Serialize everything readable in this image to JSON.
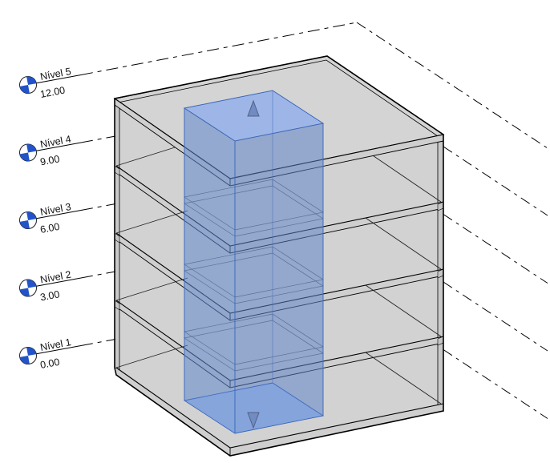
{
  "view": {
    "type": "revit-3d-axonometric-view",
    "background_color": "#ffffff",
    "model_gray": "#d3d3d3",
    "edge_color": "#000000"
  },
  "levels": [
    {
      "name": "Nível 5",
      "elevation": "12.00"
    },
    {
      "name": "Nível 4",
      "elevation": "9.00"
    },
    {
      "name": "Nível 3",
      "elevation": "6.00"
    },
    {
      "name": "Nível 2",
      "elevation": "3.00"
    },
    {
      "name": "Nível 1",
      "elevation": "0.00"
    }
  ],
  "shaft": {
    "fill_color": "#8FA9D8",
    "top_color": "#AFC8EF",
    "edge_color": "#3A66B8",
    "up_arrow_icon": "up-arrow",
    "down_arrow_icon": "down-arrow",
    "arrow_fill": "#708CC0"
  },
  "level_symbol": {
    "icon": "level-datum",
    "blue": "#2253C8",
    "white": "#ffffff"
  }
}
